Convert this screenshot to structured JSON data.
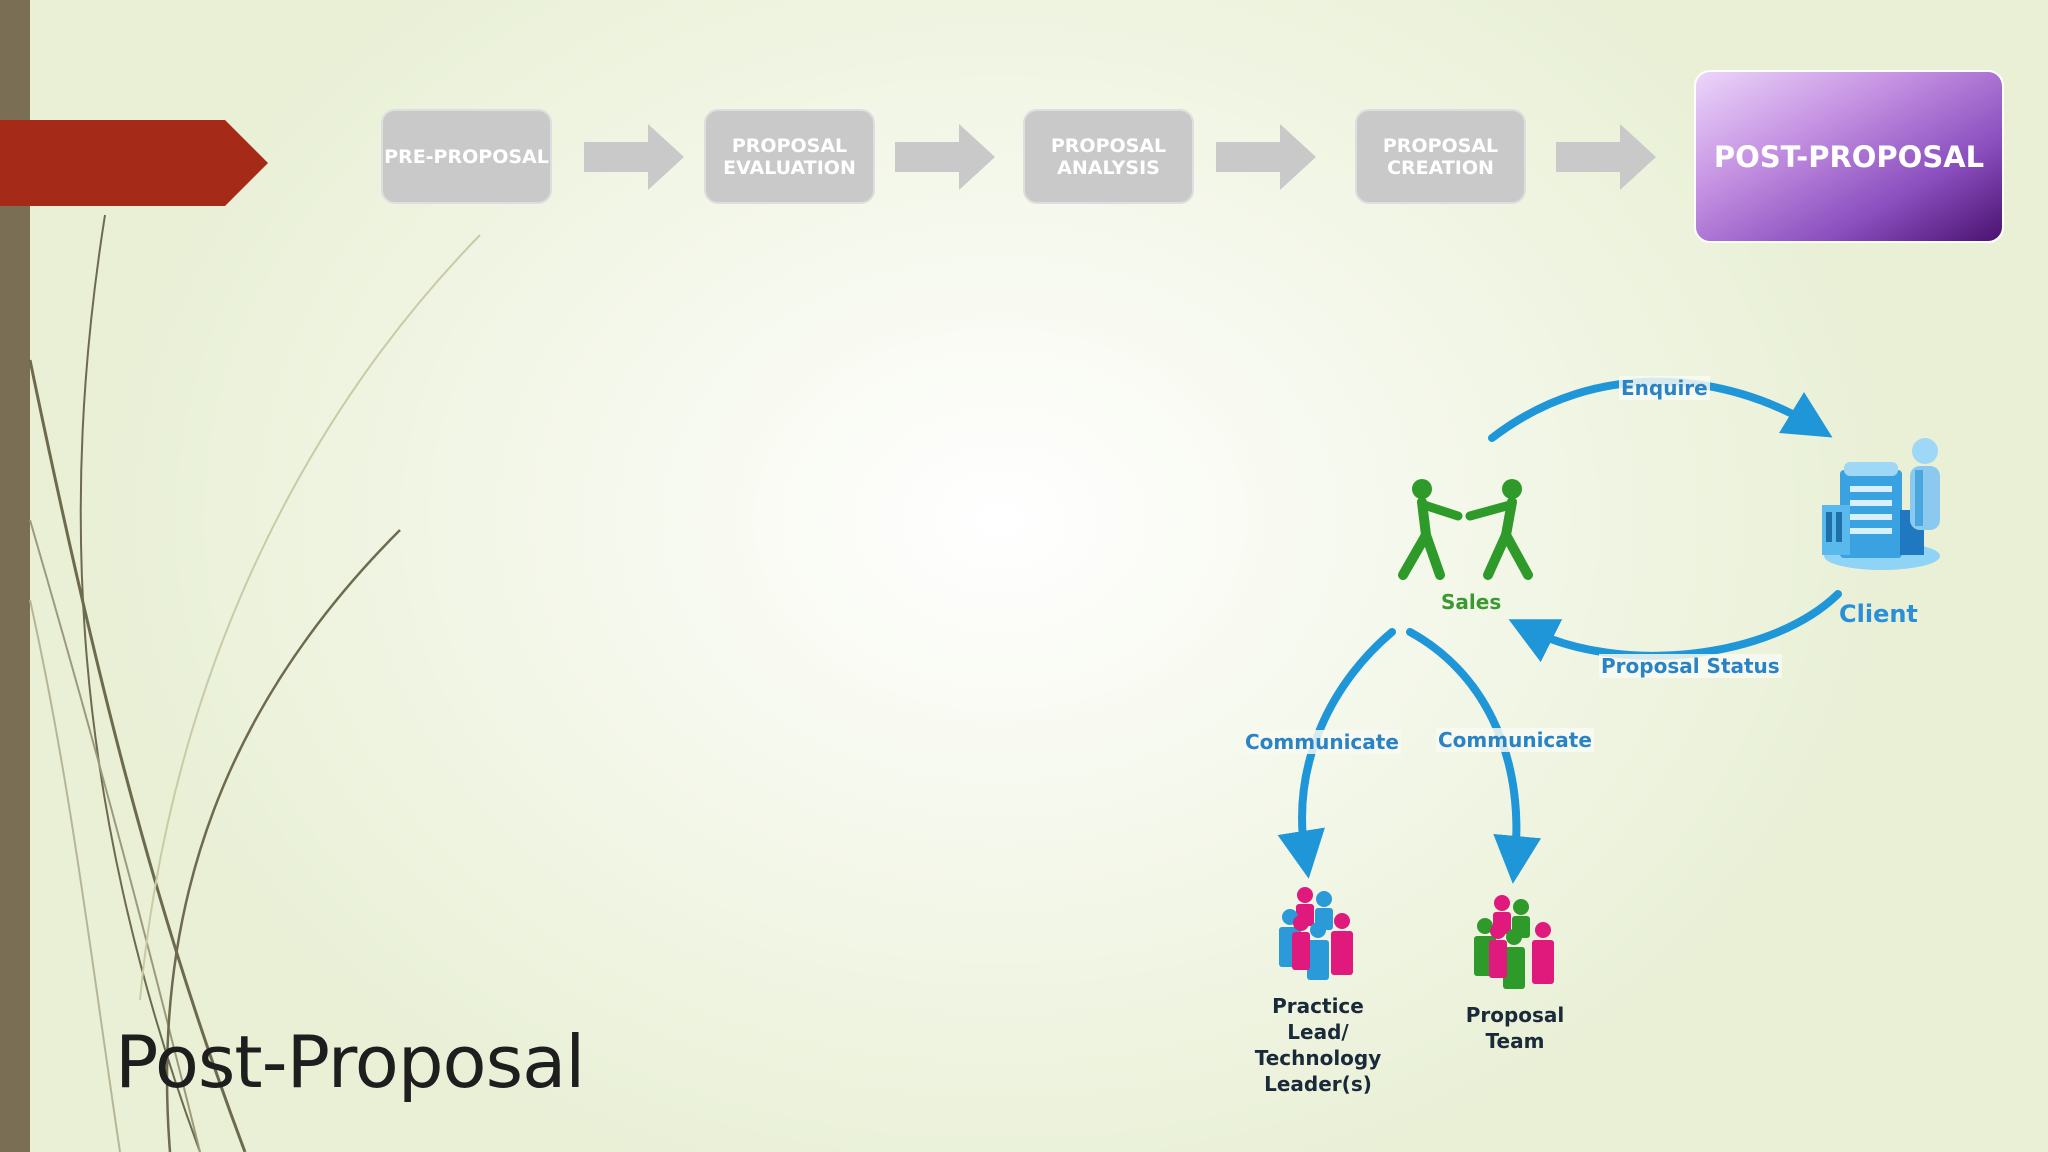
{
  "slide": {
    "title": "Post-Proposal"
  },
  "process": {
    "steps": [
      {
        "label": "PRE-PROPOSAL"
      },
      {
        "label": "PROPOSAL\nEVALUATION"
      },
      {
        "label": "PROPOSAL\nANALYSIS"
      },
      {
        "label": "PROPOSAL\nCREATION"
      }
    ],
    "current": {
      "label": "POST-PROPOSAL"
    }
  },
  "diagram": {
    "nodes": {
      "sales": "Sales",
      "client": "Client",
      "practice_lead": "Practice Lead/\nTechnology\nLeader(s)",
      "proposal_team": "Proposal Team"
    },
    "edges": {
      "enquire": "Enquire",
      "proposal_status": "Proposal Status",
      "communicate_left": "Communicate",
      "communicate_right": "Communicate"
    }
  },
  "colors": {
    "arrow_blue": "#1f96d8",
    "sales_green": "#2e9a2a",
    "team_pink": "#e0197d",
    "team_blue": "#2a9ad8",
    "team_green": "#2e9a2a",
    "accent_red": "#a52a18",
    "current_step_purple": "#8b4fbf",
    "inactive_step_grey": "#c8c9c8"
  }
}
